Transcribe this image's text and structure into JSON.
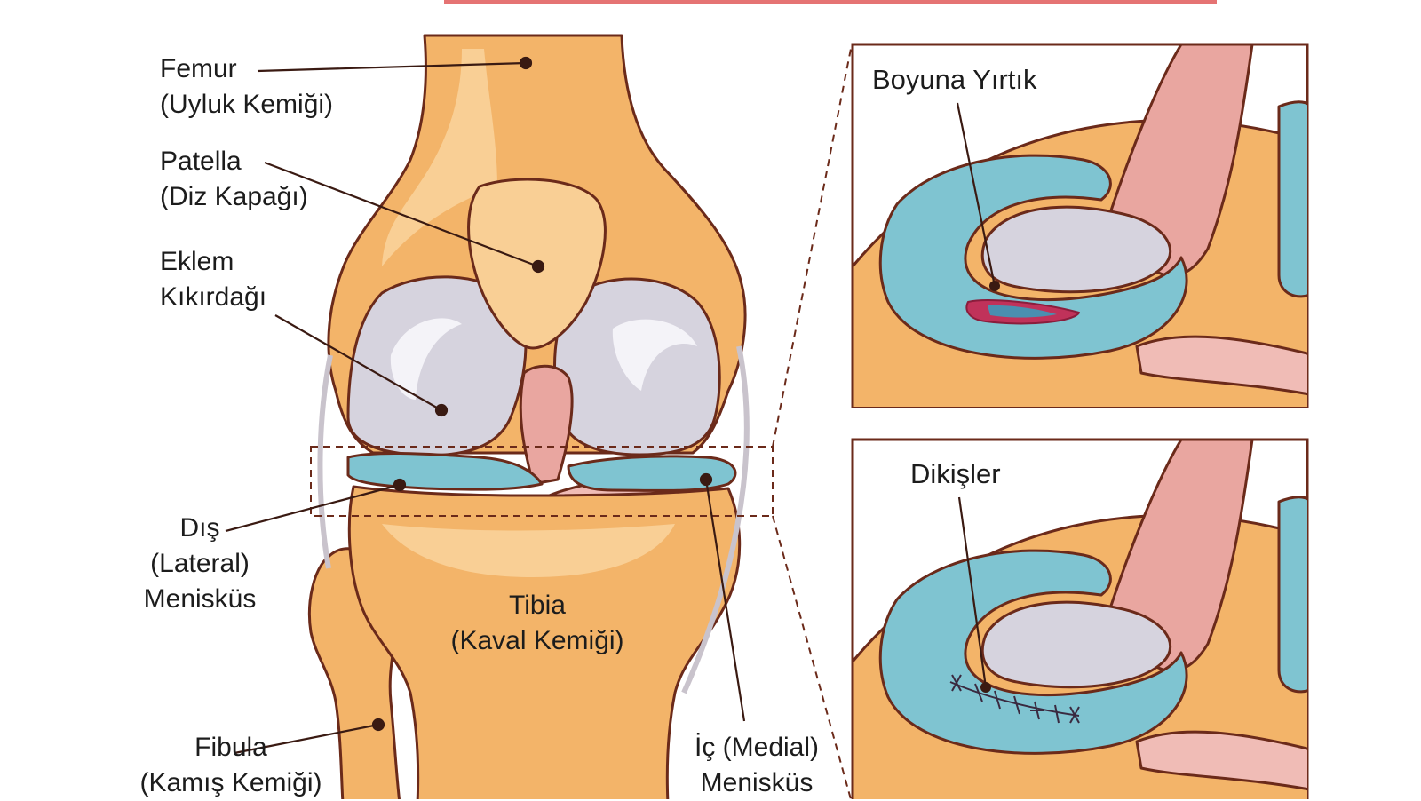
{
  "header_rule_color": "#e57373",
  "labels": {
    "femur": [
      "Femur",
      "(Uyluk Kemiği)"
    ],
    "patella": [
      "Patella",
      "(Diz Kapağı)"
    ],
    "cartilage": [
      "Eklem",
      "Kıkırdağı"
    ],
    "lateral_meniscus": [
      "Dış",
      "(Lateral)",
      "Menisküs"
    ],
    "tibia": [
      "Tibia",
      "(Kaval Kemiği)"
    ],
    "fibula": [
      "Fibula",
      "(Kamış Kemiği)"
    ],
    "medial_meniscus": [
      "İç (Medial)",
      "Menisküs"
    ]
  },
  "insets": {
    "tear": {
      "title": "Boyuna Yırtık"
    },
    "repair": {
      "title": "Dikişler"
    }
  },
  "colors": {
    "bone": "#f3b469",
    "bone_light": "#f9cf95",
    "outline": "#6b2a1a",
    "cartilage": "#d6d3de",
    "meniscus": "#7fc4d1",
    "ligament": "#e9a6a0",
    "tear": "#c0325a",
    "box_border": "#6b2a1a",
    "leader": "#3a1a12"
  }
}
